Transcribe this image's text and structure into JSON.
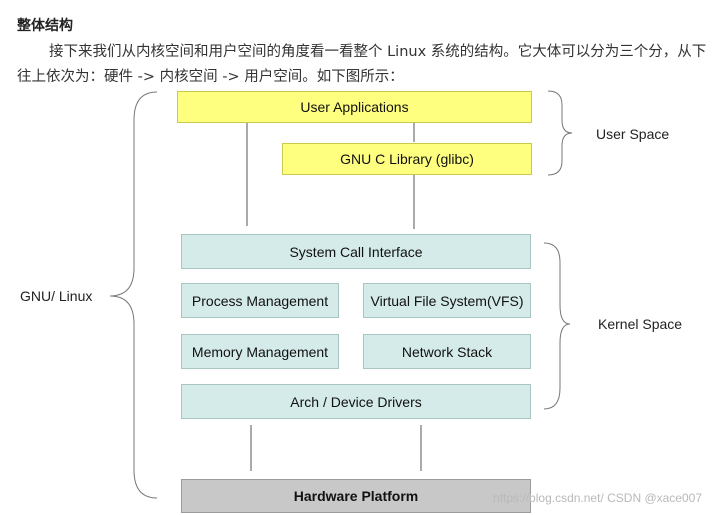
{
  "heading": "整体结构",
  "paragraph": "接下来我们从内核空间和用户空间的角度看一看整个 Linux 系统的结构。它大体可以分为三个分，从下往上依次为：硬件 -> 内核空间 -> 用户空间。如下图所示：",
  "diagram": {
    "user_applications": "User Applications",
    "glibc": "GNU C Library (glibc)",
    "system_call_interface": "System Call Interface",
    "process_management": "Process Management",
    "vfs": "Virtual File System(VFS)",
    "memory_management": "Memory Management",
    "network_stack": "Network Stack",
    "arch_drivers": "Arch / Device Drivers",
    "hardware_platform": "Hardware Platform",
    "user_space_label": "User Space",
    "kernel_space_label": "Kernel Space",
    "gnu_linux_label": "GNU/ Linux"
  },
  "watermark": "https://blog.csdn.net/ CSDN @xace007",
  "colors": {
    "user_box": "#ffff7f",
    "kernel_box": "#d4ebe9",
    "hardware_box": "#c8c8c8"
  }
}
